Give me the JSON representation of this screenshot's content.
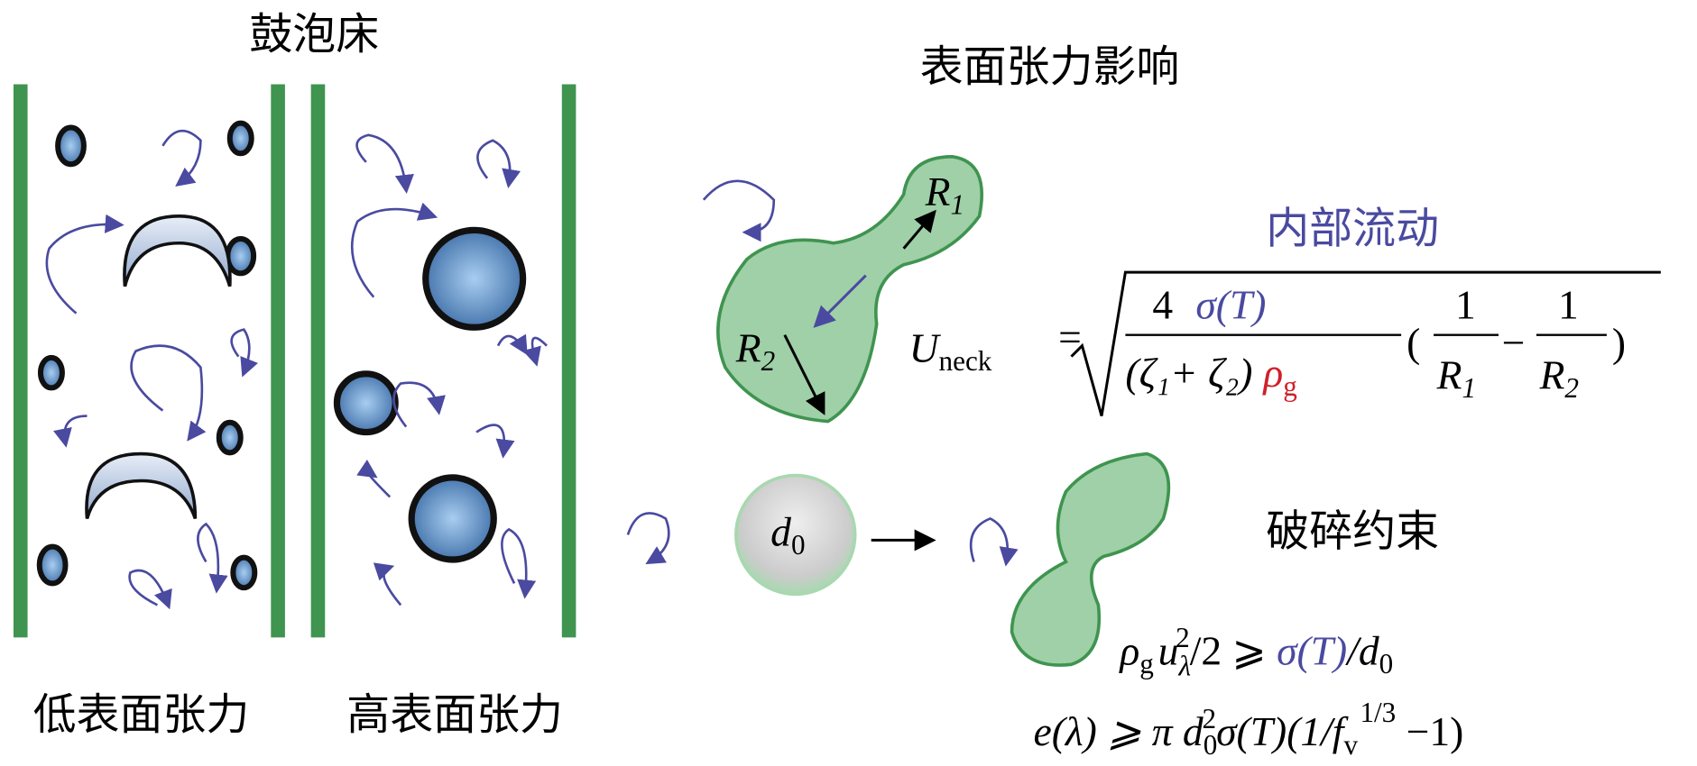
{
  "left_panel": {
    "title": "鼓泡床",
    "label_low": "低表面张力",
    "label_high": "高表面张力"
  },
  "right_panel": {
    "title": "表面张力影响",
    "internal_flow": "内部流动",
    "breakup_constraint": "破碎约束",
    "r1": "R",
    "r1_sub": "1",
    "r2": "R",
    "r2_sub": "2",
    "d0": "d",
    "d0_sub": "0",
    "u_neck": "U",
    "u_neck_sub": "neck",
    "eq_sign": "=",
    "num_4": "4",
    "sigma_t": "σ(T)",
    "denominator": "(ζ₁+ ζ₂)",
    "rho": "ρ",
    "rho_sub": "g",
    "one": "1",
    "paren_open": "(",
    "minus": "−",
    "paren_close": ")",
    "constraint1_lhs": "ρ",
    "constraint1_lhs_sub": "g",
    "constraint1_u": "u",
    "constraint1_u_sub": "λ",
    "constraint1_u_sup": "2",
    "constraint1_mid": "/2 ⩾ ",
    "constraint1_sigma": "σ(T)",
    "constraint1_rhs": "/d",
    "constraint1_rhs_sub": "0",
    "constraint2_a": "e(λ) ⩾ π d",
    "constraint2_sub": "0",
    "constraint2_sup": "2",
    "constraint2_b": "σ(T)(1/f",
    "constraint2_fsub": "v",
    "constraint2_fsup": "1/3",
    "constraint2_c": " −1)"
  },
  "colors": {
    "wall": "#3f9450",
    "blob": "#9fd0a8",
    "flow": "#4a4aa0",
    "sigma": "#4a4aa0",
    "rho": "#d0202a"
  }
}
